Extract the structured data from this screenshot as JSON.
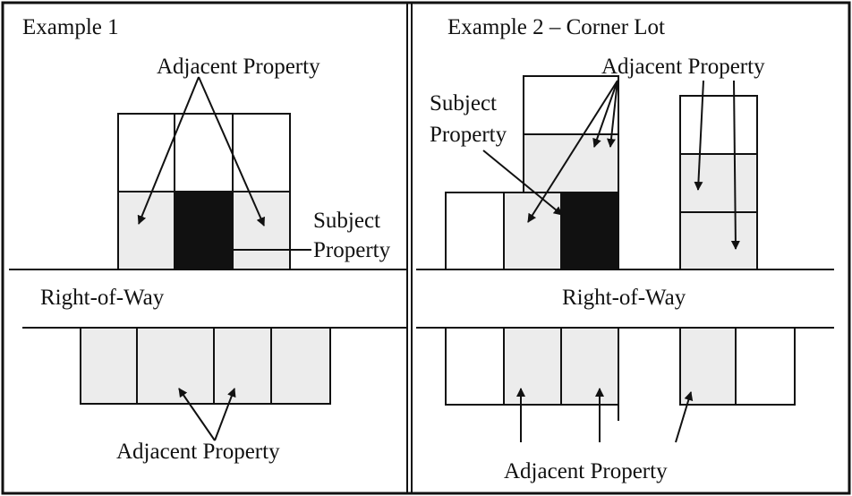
{
  "panels": [
    {
      "title": "Example 1",
      "labels": {
        "adjacent_top": "Adjacent Property",
        "subject_1": "Subject",
        "subject_2": "Property",
        "right_of_way": "Right-of-Way",
        "adjacent_bottom": "Adjacent Property"
      }
    },
    {
      "title": "Example 2 – Corner Lot",
      "labels": {
        "adjacent_top": "Adjacent Property",
        "subject_1": "Subject",
        "subject_2": "Property",
        "right_of_way": "Right-of-Way",
        "adjacent_bottom": "Adjacent Property"
      }
    }
  ],
  "colors": {
    "subject_fill": "#111111",
    "adjacent_fill": "#ececec",
    "plain_fill": "#ffffff",
    "ink": "#111111"
  }
}
